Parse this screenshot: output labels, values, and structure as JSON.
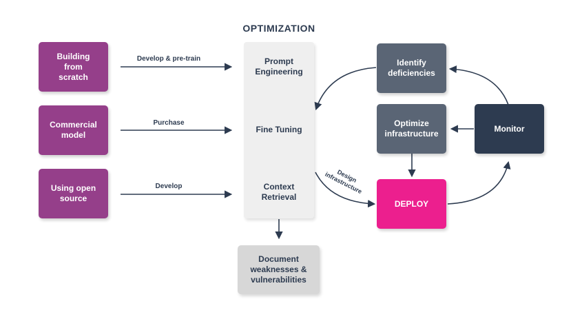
{
  "title": "OPTIMIZATION",
  "sources": [
    {
      "label": "Building from scratch",
      "arrow_label": "Develop & pre-train"
    },
    {
      "label": "Commercial model",
      "arrow_label": "Purchase"
    },
    {
      "label": "Using open source",
      "arrow_label": "Develop"
    }
  ],
  "optimization_steps": [
    "Prompt Engineering",
    "Fine Tuning",
    "Context Retrieval"
  ],
  "document_box": "Document weaknesses & vulnerabilities",
  "design_label": "Design infrastructure",
  "loop": {
    "identify": "Identify deficiencies",
    "optimize": "Optimize infrastructure",
    "monitor": "Monitor",
    "deploy": "DEPLOY"
  },
  "colors": {
    "source_box": "#953f8a",
    "loop_box": "#5a6575",
    "monitor_box": "#2d3b50",
    "deploy_box": "#ec1f8e",
    "document_box": "#d7d7d7",
    "arrow": "#2d3b50"
  }
}
